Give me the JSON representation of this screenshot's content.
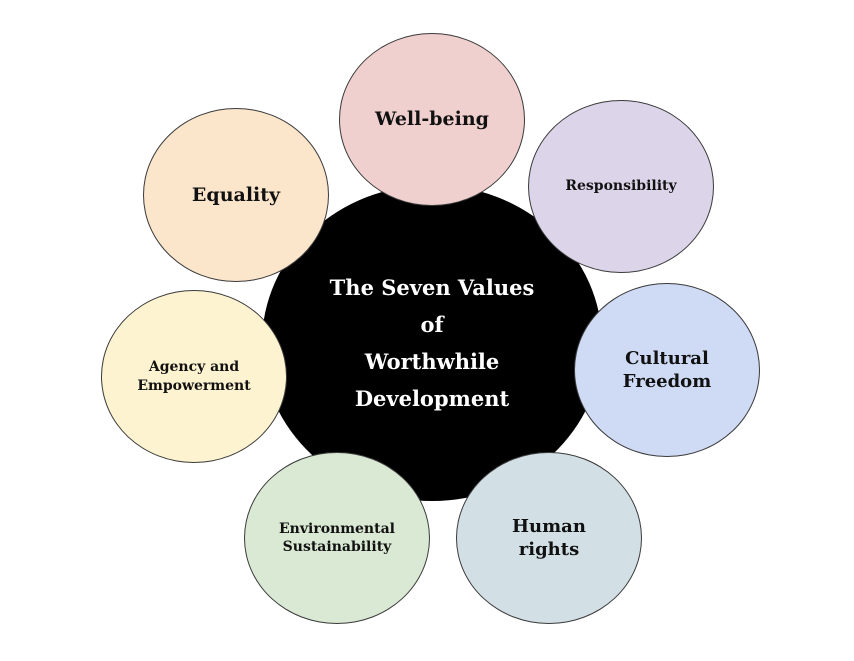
{
  "diagram": {
    "center": {
      "text": "The Seven Values of\nWorthwhile\nDevelopment",
      "color": "#000000"
    },
    "values": [
      {
        "id": "wellbeing",
        "label": "Well-being",
        "color": "#f0cfcf"
      },
      {
        "id": "responsibility",
        "label": "Responsibility",
        "color": "#dcd5ea"
      },
      {
        "id": "cultural-freedom",
        "label": "Cultural\nFreedom",
        "color": "#cfdaf4"
      },
      {
        "id": "human-rights",
        "label": "Human\nrights",
        "color": "#d2e0e6"
      },
      {
        "id": "environmental-sustainability",
        "label": "Environmental\nSustainability",
        "color": "#dae9d4"
      },
      {
        "id": "agency-empowerment",
        "label": "Agency and\nEmpowerment",
        "color": "#fdf3d1"
      },
      {
        "id": "equality",
        "label": "Equality",
        "color": "#fbe6cc"
      }
    ]
  }
}
